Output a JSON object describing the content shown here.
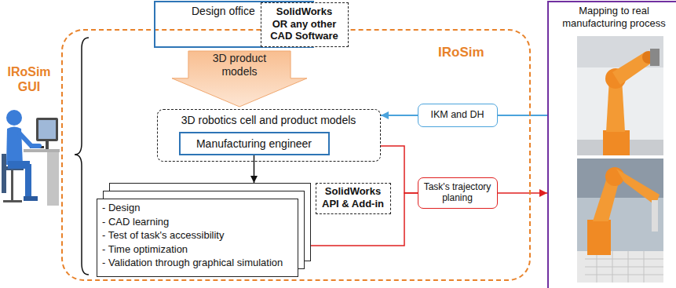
{
  "diagram": {
    "nodes": [
      {
        "text": [
          "IRoSim"
        ]
      },
      {
        "text": [
          "Design office"
        ]
      },
      {
        "text": [
          "SolidWorks OR any other CAD Software"
        ],
        "in": 1
      },
      {
        "text": [
          "3D product models"
        ],
        "in": 0
      },
      {
        "text": [
          "3D robotics cell and product models"
        ],
        "in": 0
      },
      {
        "text": [
          "Manufacturing engineer"
        ],
        "in": 4
      },
      {
        "text": [
          "- Design",
          "- CAD learning",
          "- Test of task's accessibility",
          "- Time optimization",
          "- Validation through graphical simulation"
        ],
        "in": 0
      },
      {
        "text": [
          "SolidWorks API & Add-in"
        ],
        "in": 6
      },
      {
        "text": [
          "IKM and DH"
        ],
        "in": 0
      },
      {
        "text": [
          "Task's trajectory planing"
        ],
        "in": 0
      },
      {
        "text": [
          "Mapping to real manufacturing process"
        ]
      }
    ],
    "edges": [
      {
        "from": 5,
        "to": 6,
        "arrow": "to"
      },
      {
        "from": 8,
        "to": 4,
        "arrow": "to"
      },
      {
        "from": 10,
        "to": 8,
        "arrow": "none"
      },
      {
        "from": 4,
        "to": 9,
        "arrow": "none"
      },
      {
        "from": 6,
        "to": 9,
        "arrow": "none"
      },
      {
        "from": 9,
        "to": 10,
        "arrow": "to"
      }
    ],
    "labels": [
      "IRoSim GUI"
    ]
  }
}
